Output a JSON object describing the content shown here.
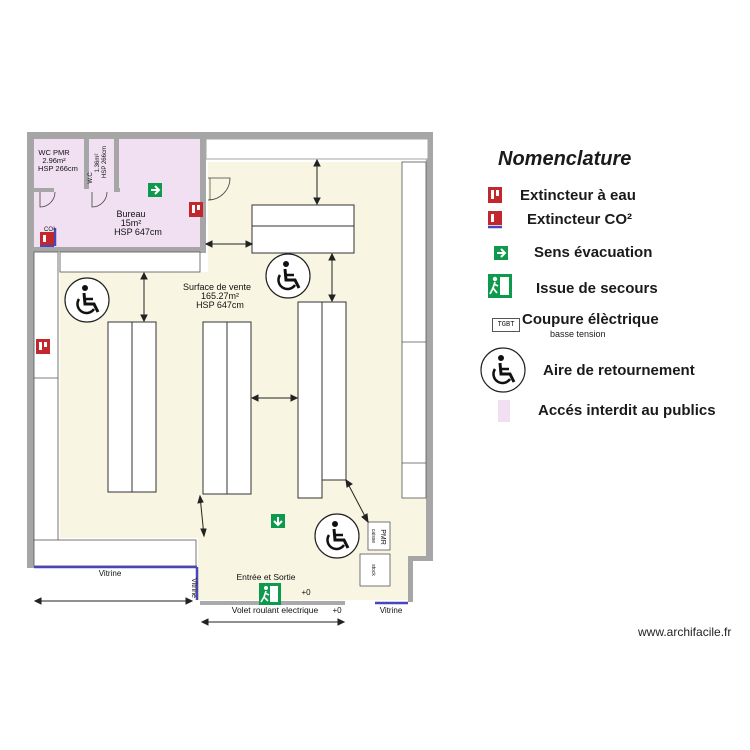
{
  "rooms": {
    "wc_pmr": {
      "name": "WC PMR",
      "area": "2.96m²",
      "height": "HSP 266cm"
    },
    "wc": {
      "name": "W.C",
      "area": "1.36m²",
      "height": "HSP 266cm"
    },
    "bureau": {
      "name": "Bureau",
      "area": "15m²",
      "height": "HSP 647cm"
    },
    "sales": {
      "name": "Surface de vente",
      "area": "165.27m²",
      "height": "HSP 647cm"
    }
  },
  "labels": {
    "co2": "CO²",
    "vitrine": "Vitrine",
    "vitrine_right": "Vitrine",
    "entree": "Entrée et Sortie",
    "entree_level": "+0",
    "volet": "Volet roulant electrique",
    "volet_level": "+0",
    "pmr": "PMR",
    "cuisine": "caisse",
    "stock": "stock"
  },
  "legend": {
    "title": "Nomenclature",
    "items": [
      {
        "icon": "water-extinguisher-icon",
        "label": "Extincteur à eau"
      },
      {
        "icon": "co2-extinguisher-icon",
        "label": "Extincteur CO²"
      },
      {
        "icon": "evacuation-arrow-icon",
        "label": "Sens évacuation"
      },
      {
        "icon": "emergency-exit-icon",
        "label": "Issue de secours"
      },
      {
        "icon": "tgbt-box-icon",
        "label": "Coupure élèctrique",
        "sub": "basse tension",
        "badge": "TGBT"
      },
      {
        "icon": "wheelchair-icon",
        "label": "Aire de retournement"
      },
      {
        "icon": "restricted-area-swatch-icon",
        "label": "Accés interdit au publics"
      }
    ]
  },
  "credit": "www.archifacile.fr",
  "colors": {
    "wall": "#a6a6a6",
    "sales_floor": "#f8f5e2",
    "private_zone": "#f0e0f2",
    "evac_green": "#0e9a4c",
    "extinguisher_red": "#c2272d",
    "glazing_blue": "#4747b8"
  }
}
